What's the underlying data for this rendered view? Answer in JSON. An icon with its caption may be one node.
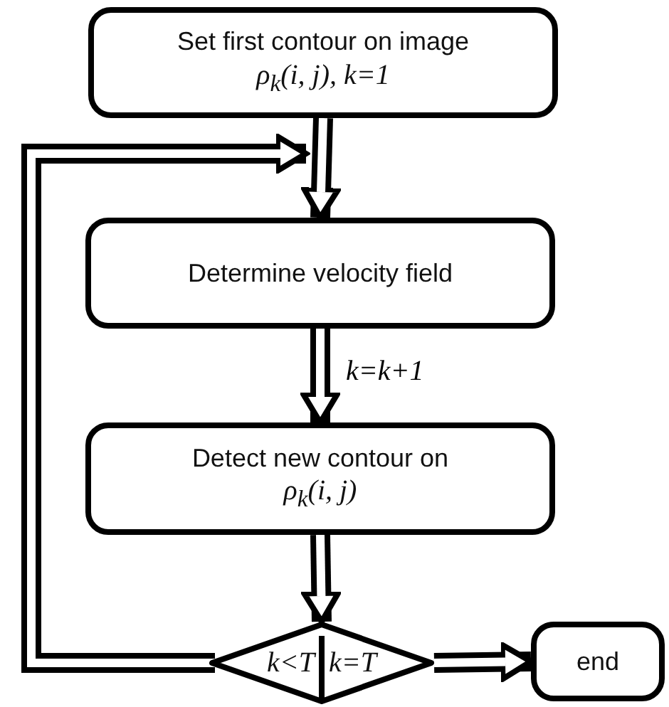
{
  "diagram": {
    "nodes": [
      {
        "text": [
          "Set first contour on image",
          "ρ$_{k}$(i, j), k=1"
        ]
      },
      {
        "text": [
          "Determine velocity field"
        ]
      },
      {
        "text": [
          "Detect new contour on",
          "ρ$_{k}$(i, j)"
        ]
      },
      {
        "text": [
          "k<T",
          "k=T"
        ]
      },
      {
        "text": [
          "end"
        ]
      }
    ],
    "edges": [
      {
        "from": 0,
        "to": 1,
        "arrow": "to"
      },
      {
        "from": 1,
        "to": 2,
        "arrow": "to",
        "label": "k=k+1"
      },
      {
        "from": 2,
        "to": 3,
        "arrow": "to"
      },
      {
        "from": 3,
        "to": 1,
        "arrow": "to"
      },
      {
        "from": 3,
        "to": 4,
        "arrow": "to"
      }
    ]
  }
}
